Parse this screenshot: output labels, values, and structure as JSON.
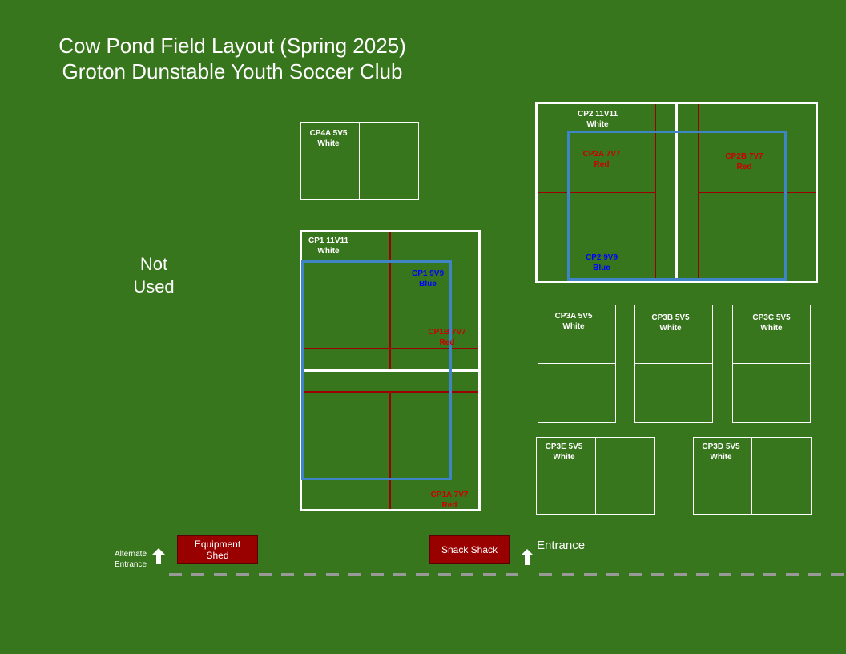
{
  "title": {
    "line1": "Cow Pond Field Layout (Spring 2025)",
    "line2": "Groton Dunstable Youth Soccer Club"
  },
  "not_used": "Not\nUsed",
  "fields": {
    "cp4a": {
      "name": "CP4A 5V5",
      "color": "White"
    },
    "cp1": {
      "name": "CP1 11V11",
      "color": "White"
    },
    "cp1_9v9": {
      "name": "CP1 9V9",
      "color": "Blue"
    },
    "cp1b": {
      "name": "CP1B 7V7",
      "color": "Red"
    },
    "cp1a": {
      "name": "CP1A 7V7",
      "color": "Red"
    },
    "cp2": {
      "name": "CP2 11V11",
      "color": "White"
    },
    "cp2a": {
      "name": "CP2A 7V7",
      "color": "Red"
    },
    "cp2b": {
      "name": "CP2B 7V7",
      "color": "Red"
    },
    "cp2_9v9": {
      "name": "CP2 9V9",
      "color": "Blue"
    },
    "cp3a": {
      "name": "CP3A 5V5",
      "color": "White"
    },
    "cp3b": {
      "name": "CP3B 5V5",
      "color": "White"
    },
    "cp3c": {
      "name": "CP3C 5V5",
      "color": "White"
    },
    "cp3e": {
      "name": "CP3E 5V5",
      "color": "White"
    },
    "cp3d": {
      "name": "CP3D 5V5",
      "color": "White"
    }
  },
  "buildings": {
    "equipment_shed": "Equipment\nShed",
    "snack_shack": "Snack Shack"
  },
  "alternate_entrance": "Alternate\nEntrance",
  "entrance": "Entrance",
  "colors": {
    "grass": "#38761d",
    "white_line": "#ffffff",
    "red_line": "#990000",
    "red_text": "#cc0000",
    "blue_line": "#3d85c6",
    "blue_text": "#0000ff",
    "building": "#990000",
    "path": "#999999"
  },
  "icons": {
    "entrance_arrow": "up-arrow-icon"
  }
}
